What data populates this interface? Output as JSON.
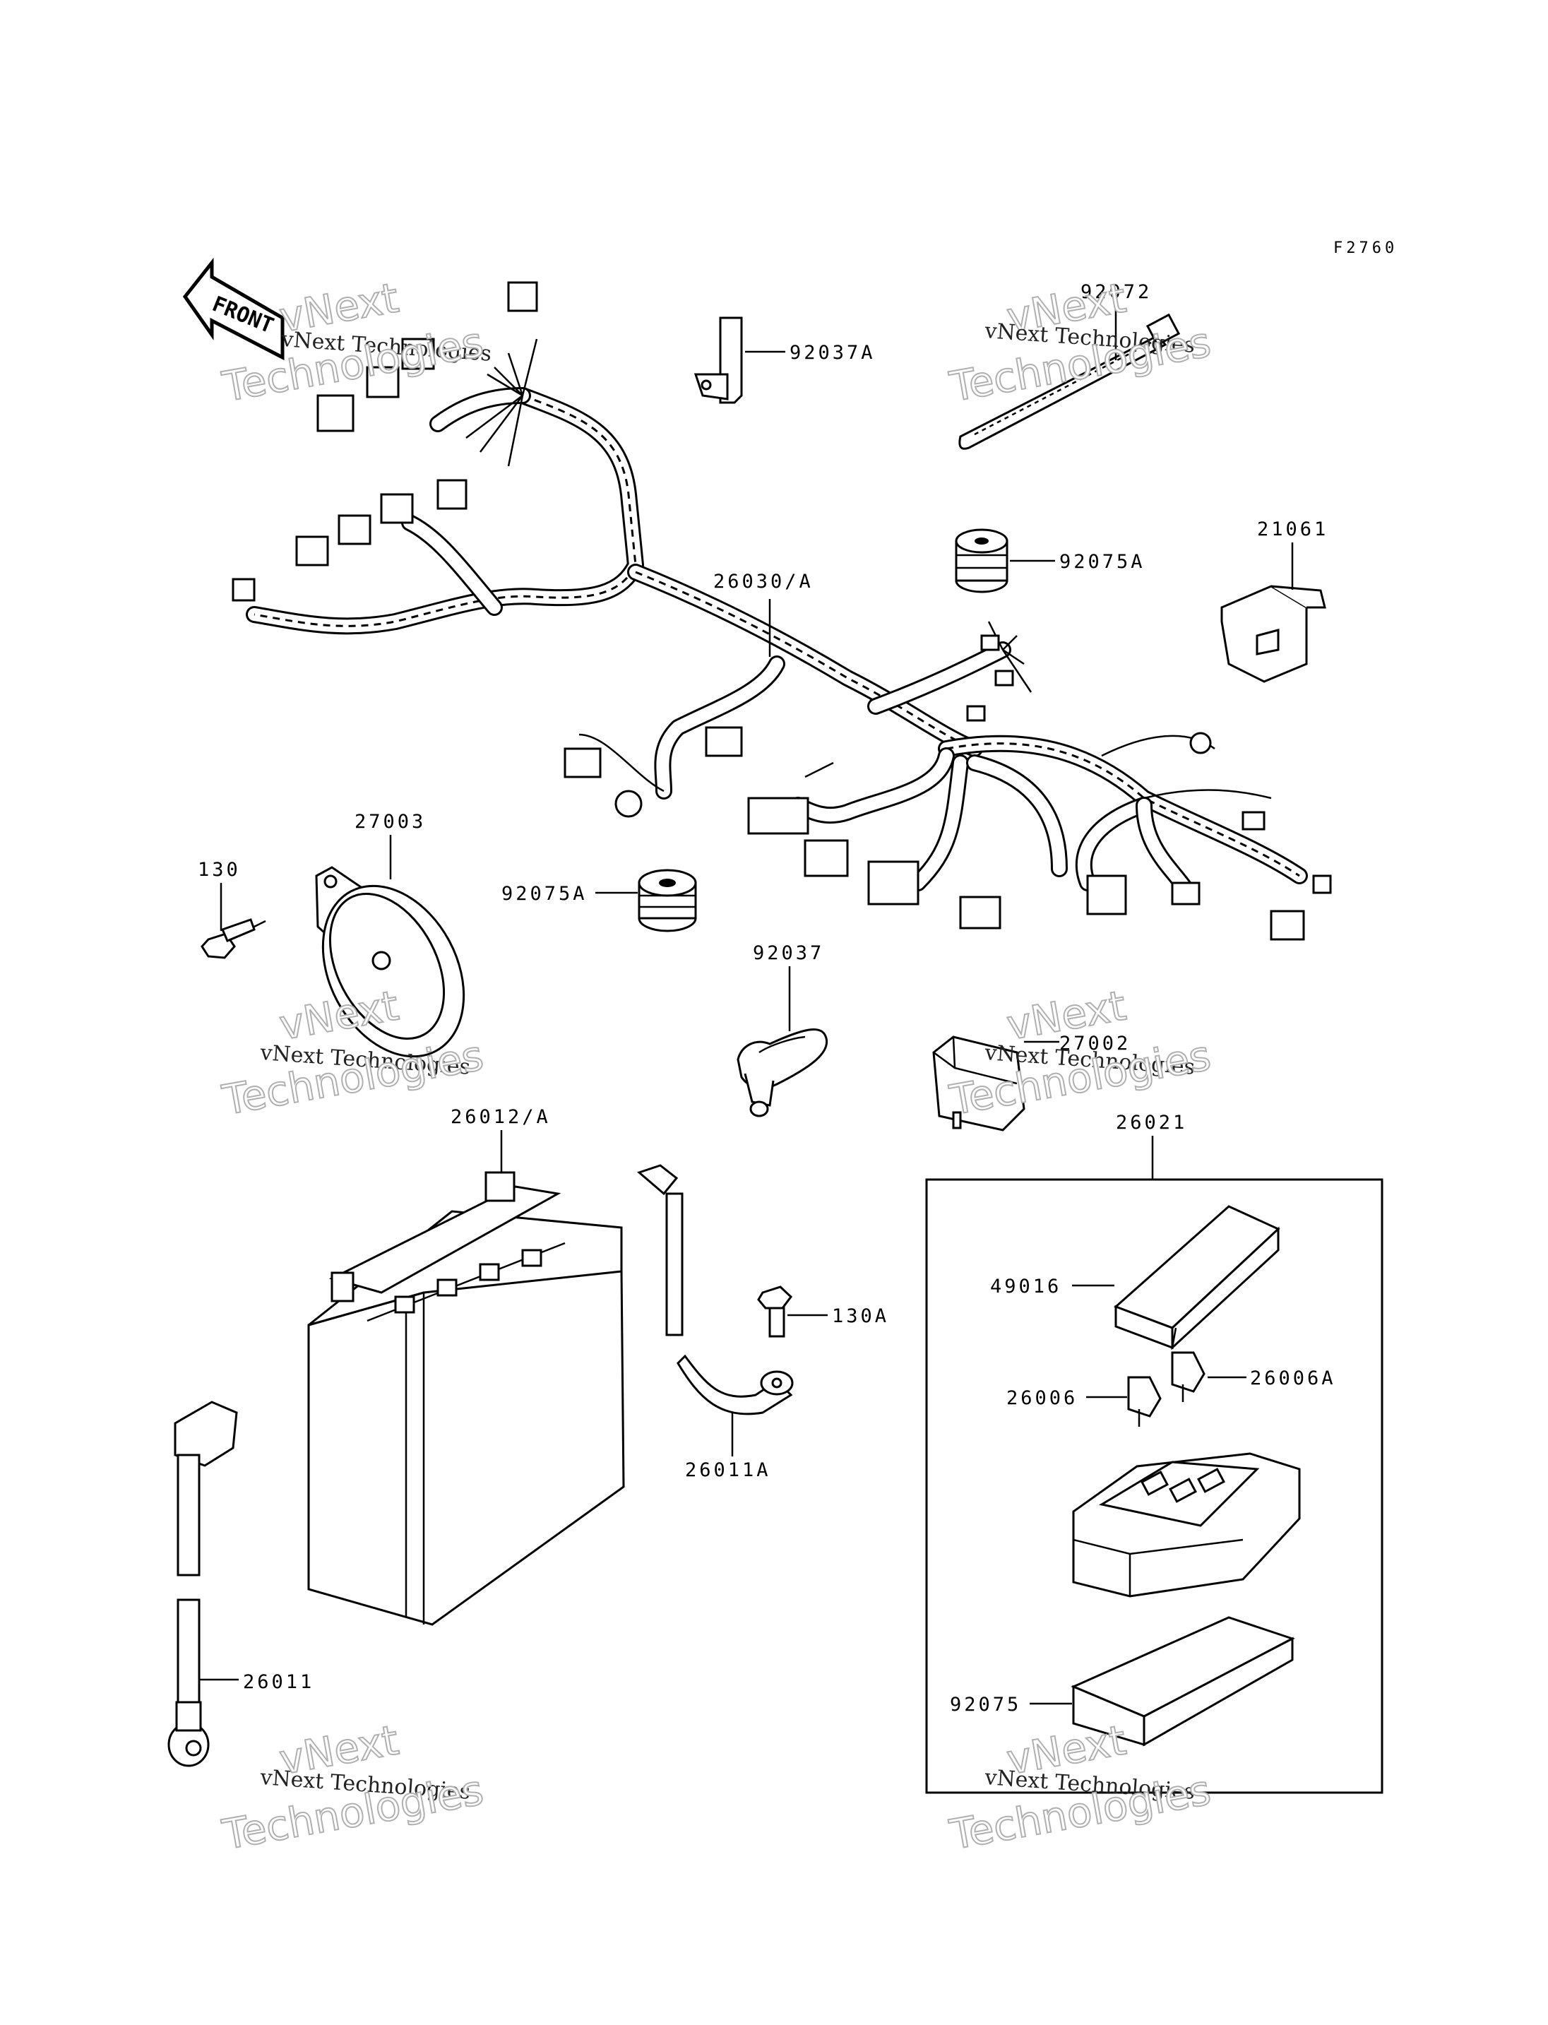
{
  "figure_code": "F2760",
  "front_badge": "FRONT",
  "watermark": {
    "line1": "vNext",
    "line2": "vNext Technologies",
    "line3": "Technologies"
  },
  "parts": {
    "p92072": "92072",
    "p92037A": "92037A",
    "p21061": "21061",
    "p92075A_top": "92075A",
    "p26030A": "26030/A",
    "p27003": "27003",
    "p130": "130",
    "p92075A_mid": "92075A",
    "p92037": "92037",
    "p27002": "27002",
    "p26012A": "26012/A",
    "p26021": "26021",
    "p49016": "49016",
    "p130A": "130A",
    "p26006A": "26006A",
    "p26006": "26006",
    "p26011A": "26011A",
    "p26011": "26011",
    "p92075": "92075"
  }
}
